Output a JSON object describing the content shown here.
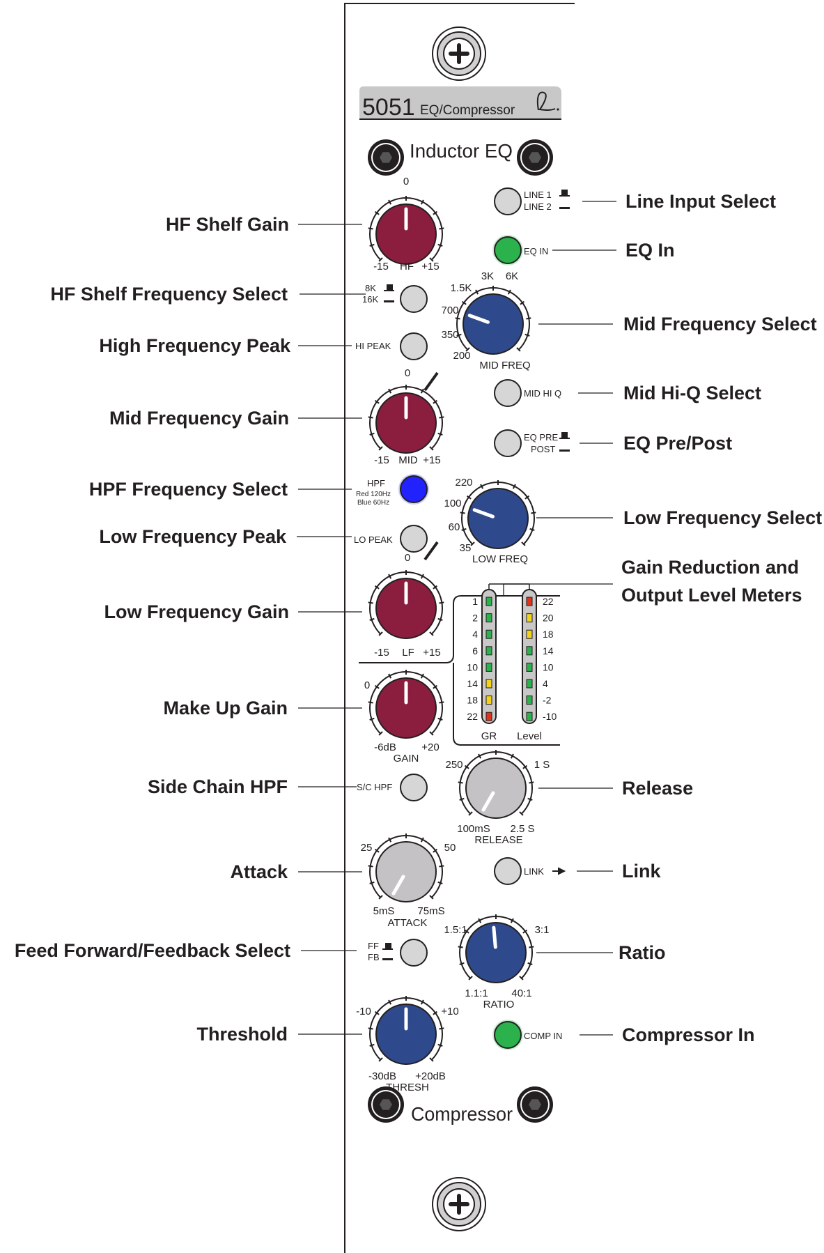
{
  "module": {
    "model": "5051",
    "name": "EQ/Compressor",
    "eq_section_title": "Inductor EQ",
    "comp_section_title": "Compressor"
  },
  "colors": {
    "red_knob": "#8b1e3f",
    "blue_knob": "#2e4a8c",
    "grey_knob": "#c4c2c4",
    "led_green": "#2bb24c",
    "led_blue": "#2222ff",
    "button_grey": "#d6d6d6",
    "name_plate": "#c8c8c8"
  },
  "panel": {
    "line_select": {
      "line1": "LINE 1",
      "line2": "LINE 2"
    },
    "eq_in": "EQ IN",
    "hf": {
      "top": "0",
      "min": "-15",
      "max": "+15",
      "label": "HF"
    },
    "hf_freq": {
      "a": "8K",
      "b": "16K"
    },
    "hi_peak": "HI PEAK",
    "mid_freq": {
      "label": "MID FREQ",
      "ticks": [
        "200",
        "350",
        "700",
        "1.5K",
        "3K",
        "6K"
      ]
    },
    "mid": {
      "top": "0",
      "min": "-15",
      "max": "+15",
      "label": "MID"
    },
    "mid_hi_q": "MID HI Q",
    "eq_pre_post": {
      "a": "EQ PRE",
      "b": "POST"
    },
    "hpf": {
      "title": "HPF",
      "red": "Red 120Hz",
      "blue": "Blue 60Hz"
    },
    "low_freq": {
      "label": "LOW FREQ",
      "ticks": [
        "35",
        "60",
        "100",
        "220"
      ]
    },
    "lo_peak": "LO PEAK",
    "lf": {
      "top": "0",
      "min": "-15",
      "max": "+15",
      "label": "LF"
    },
    "gr_meter": {
      "label": "GR",
      "scale": [
        "1",
        "2",
        "4",
        "6",
        "10",
        "14",
        "18",
        "22"
      ],
      "leds": [
        "green",
        "green",
        "green",
        "green",
        "green",
        "yellow",
        "yellow",
        "red"
      ]
    },
    "level_meter": {
      "label": "Level",
      "scale": [
        "22",
        "20",
        "18",
        "14",
        "10",
        "4",
        "-2",
        "-10"
      ],
      "leds": [
        "red",
        "yellow",
        "yellow",
        "green",
        "green",
        "green",
        "green",
        "green"
      ]
    },
    "gain": {
      "top": "0",
      "min": "-6dB",
      "max": "+20",
      "label": "GAIN"
    },
    "sc_hpf": "S/C HPF",
    "release": {
      "a": "250",
      "b": "1 S",
      "min": "100mS",
      "max": "2.5 S",
      "label": "RELEASE"
    },
    "attack": {
      "a": "25",
      "b": "50",
      "min": "5mS",
      "max": "75mS",
      "label": "ATTACK"
    },
    "link": "LINK",
    "ff_fb": {
      "a": "FF",
      "b": "FB"
    },
    "ratio": {
      "a": "1.5:1",
      "b": "3:1",
      "min": "1.1:1",
      "max": "40:1",
      "label": "RATIO"
    },
    "thresh": {
      "a": "-10",
      "b": "+10",
      "min": "-30dB",
      "max": "+20dB",
      "label": "THRESH"
    },
    "comp_in": "COMP IN"
  },
  "callouts": {
    "hf_shelf_gain": "HF Shelf Gain",
    "hf_shelf_freq": "HF Shelf Frequency Select",
    "high_freq_peak": "High Frequency Peak",
    "mid_freq_gain": "Mid Frequency Gain",
    "hpf_freq_select": "HPF Frequency Select",
    "low_freq_peak": "Low Frequency Peak",
    "low_freq_gain": "Low Frequency Gain",
    "make_up_gain": "Make Up Gain",
    "side_chain_hpf": "Side Chain HPF",
    "attack": "Attack",
    "ff_fb_select": "Feed Forward/Feedback Select",
    "threshold": "Threshold",
    "line_input_select": "Line Input Select",
    "eq_in": "EQ In",
    "mid_freq_select": "Mid Frequency Select",
    "mid_hi_q_select": "Mid Hi-Q Select",
    "eq_pre_post": "EQ Pre/Post",
    "low_freq_select": "Low Frequency Select",
    "meters_line1": "Gain Reduction and",
    "meters_line2": "Output Level Meters",
    "release": "Release",
    "link": "Link",
    "ratio": "Ratio",
    "compressor_in": "Compressor In"
  }
}
